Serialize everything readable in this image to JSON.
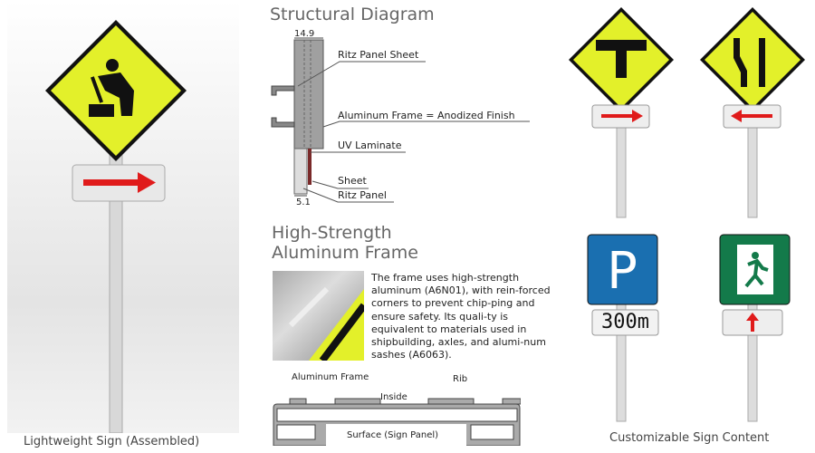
{
  "left": {
    "caption": "Lightweight Sign (Assembled)"
  },
  "structural": {
    "title": "Structural Diagram",
    "dim_top": "14.9",
    "dim_bottom": "5.1",
    "labels": [
      "Ritz Panel Sheet",
      "Aluminum Frame = Anodized Finish",
      "UV Laminate",
      "Sheet",
      "Ritz Panel"
    ]
  },
  "frame": {
    "title_line1": "High-Strength",
    "title_line2": "Aluminum Frame",
    "description": "The frame uses high-strength aluminum (A6N01), with rein-forced corners to prevent chip-ping and ensure safety. Its quali-ty is equivalent to materials used in shipbuilding, axles, and alumi-num sashes (A6063).",
    "cross_section": {
      "frame_label": "Aluminum Frame",
      "rib_label": "Rib",
      "inside_label": "Inside",
      "surface_label": "Surface (Sign Panel)"
    }
  },
  "right": {
    "caption": "Customizable Sign Content",
    "distance_plate": "300m",
    "colors": {
      "warning_yellow": "#e3f02a",
      "parking_blue": "#1a6fb0",
      "exit_green": "#137a4a",
      "arrow_red": "#e01b1b"
    }
  }
}
